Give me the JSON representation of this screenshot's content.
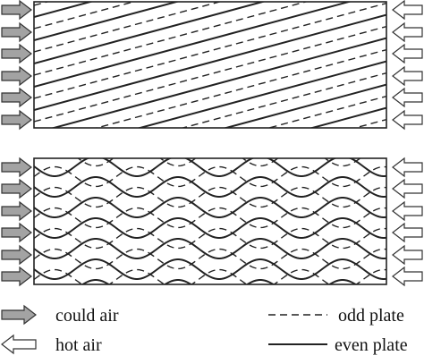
{
  "legend": {
    "cold_air": "could air",
    "hot_air": "hot air",
    "odd_plate": "odd plate",
    "even_plate": "even plate"
  },
  "icons": {
    "cold_air": "gray-right-arrow",
    "hot_air": "hollow-left-arrow"
  },
  "colors": {
    "cold_air_arrow": "#a3a3a3",
    "hot_air_arrow": "#ffffff",
    "arrow_outline": "#333333",
    "line": "#222222"
  }
}
